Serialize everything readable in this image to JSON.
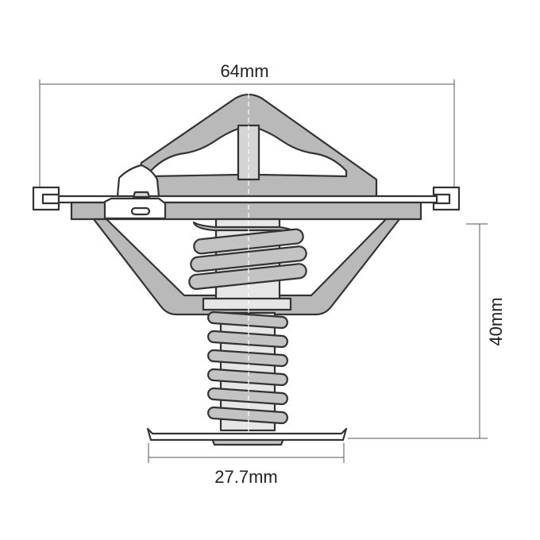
{
  "dimensions": {
    "width_top": "64mm",
    "height": "40mm",
    "width_bottom": "27.7mm"
  },
  "colors": {
    "body_fill": "#b9b9b9",
    "spring_fill": "#c3c3c3",
    "stem_fill": "#e6e6e6",
    "outline": "#333333",
    "dimension_line": "#555555"
  }
}
